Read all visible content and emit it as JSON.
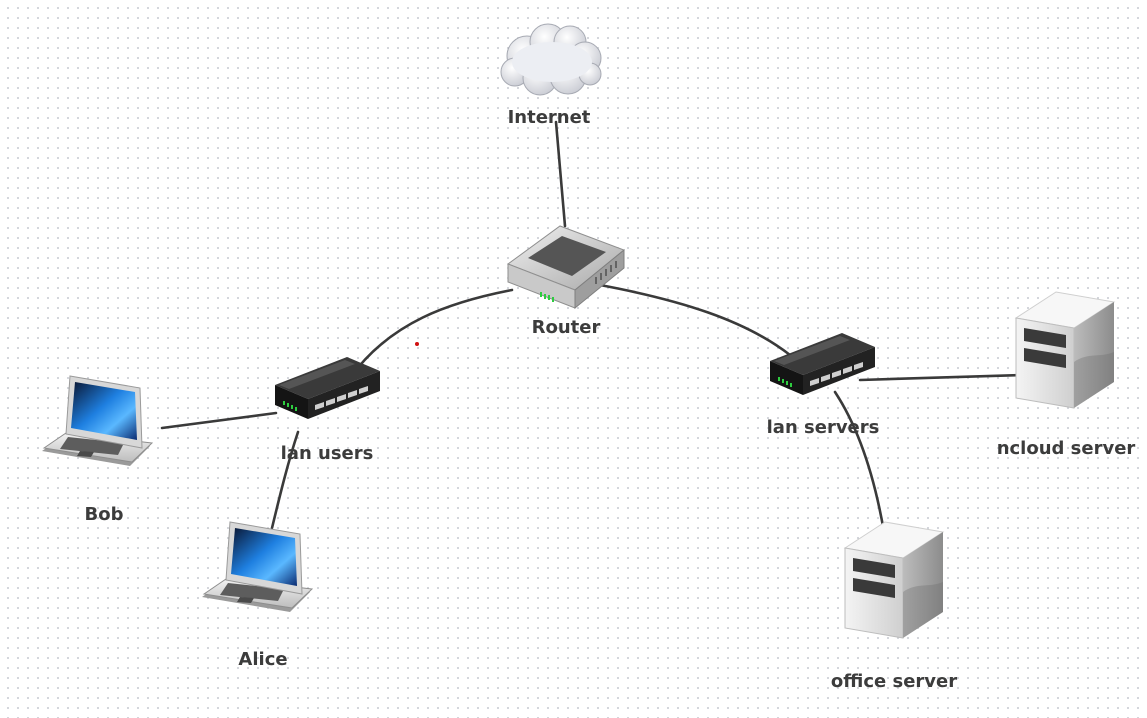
{
  "diagram": {
    "nodes": {
      "internet": {
        "label": "Internet",
        "icon": "cloud-icon"
      },
      "router": {
        "label": "Router",
        "icon": "router-icon"
      },
      "lan_users": {
        "label": "lan users",
        "icon": "switch-icon"
      },
      "lan_servers": {
        "label": "lan servers",
        "icon": "switch-icon"
      },
      "bob": {
        "label": "Bob",
        "icon": "laptop-icon"
      },
      "alice": {
        "label": "Alice",
        "icon": "laptop-icon"
      },
      "ncloud_server": {
        "label": "ncloud server",
        "icon": "server-icon"
      },
      "office_server": {
        "label": "office server",
        "icon": "server-icon"
      }
    },
    "links": [
      [
        "internet",
        "router"
      ],
      [
        "router",
        "lan_users"
      ],
      [
        "router",
        "lan_servers"
      ],
      [
        "lan_users",
        "bob"
      ],
      [
        "lan_users",
        "alice"
      ],
      [
        "lan_servers",
        "ncloud_server"
      ],
      [
        "lan_servers",
        "office_server"
      ]
    ],
    "colors": {
      "link": "#3a3a3a",
      "label": "#3c3c3c",
      "grid_dot": "#c9ccd3",
      "switch_body": "#1e1e1e",
      "server_body": "#e4e4e4",
      "router_body": "#d8d8d8",
      "screen_blue": "#1e7fe0",
      "status_led": "#2ecc40",
      "cursor_dot": "#d01010"
    }
  }
}
